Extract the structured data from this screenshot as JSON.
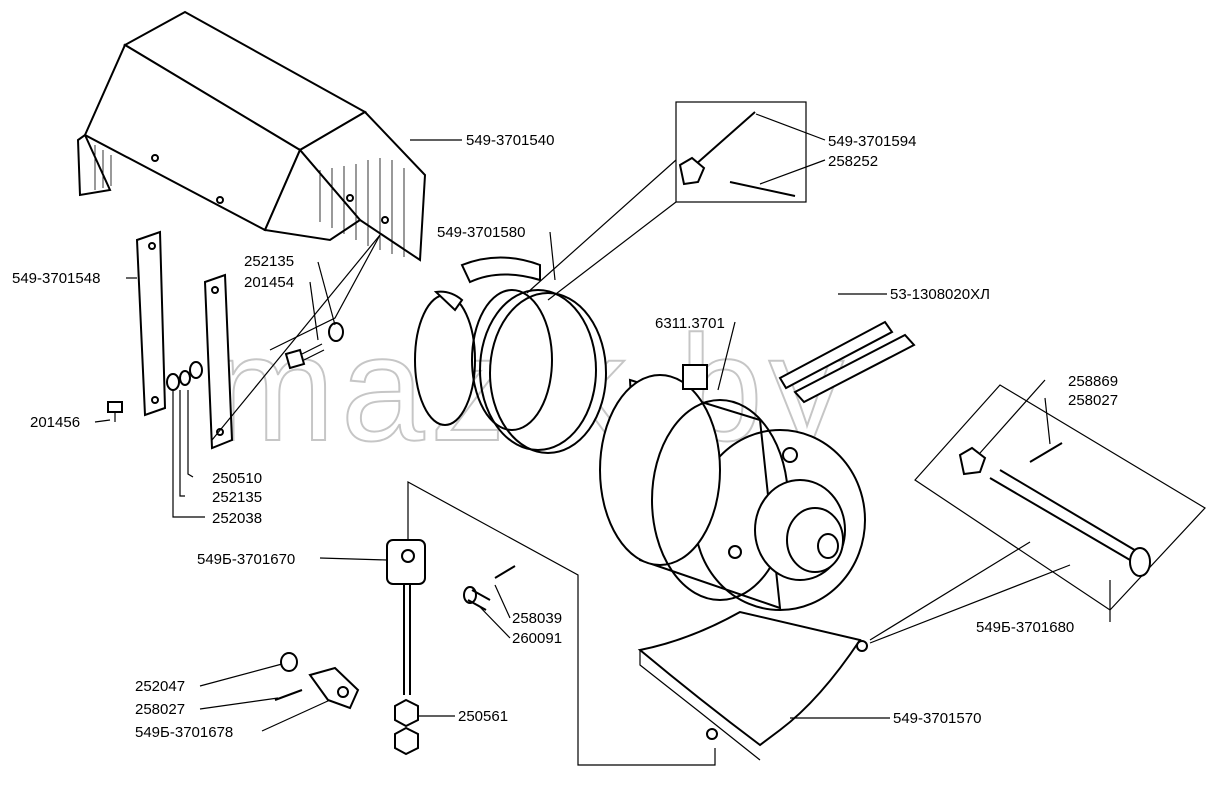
{
  "watermark": "mazik.by",
  "labels": {
    "p549_3701540": "549-3701540",
    "p549_3701594": "549-3701594",
    "p258252": "258252",
    "p549_3701580": "549-3701580",
    "p252135_top": "252135",
    "p201454": "201454",
    "p549_3701548": "549-3701548",
    "p53_1308020": "53-1308020ХЛ",
    "p6311_3701": "6311.3701",
    "p258869": "258869",
    "p258027_right": "258027",
    "p201456": "201456",
    "p250510": "250510",
    "p252135_bottom": "252135",
    "p252038": "252038",
    "p549b_3701670": "549Б-3701670",
    "p258039": "258039",
    "p260091": "260091",
    "p549b_3701680": "549Б-3701680",
    "p252047": "252047",
    "p258027_left": "258027",
    "p549b_3701678": "549Б-3701678",
    "p250561": "250561",
    "p549_3701570": "549-3701570"
  }
}
